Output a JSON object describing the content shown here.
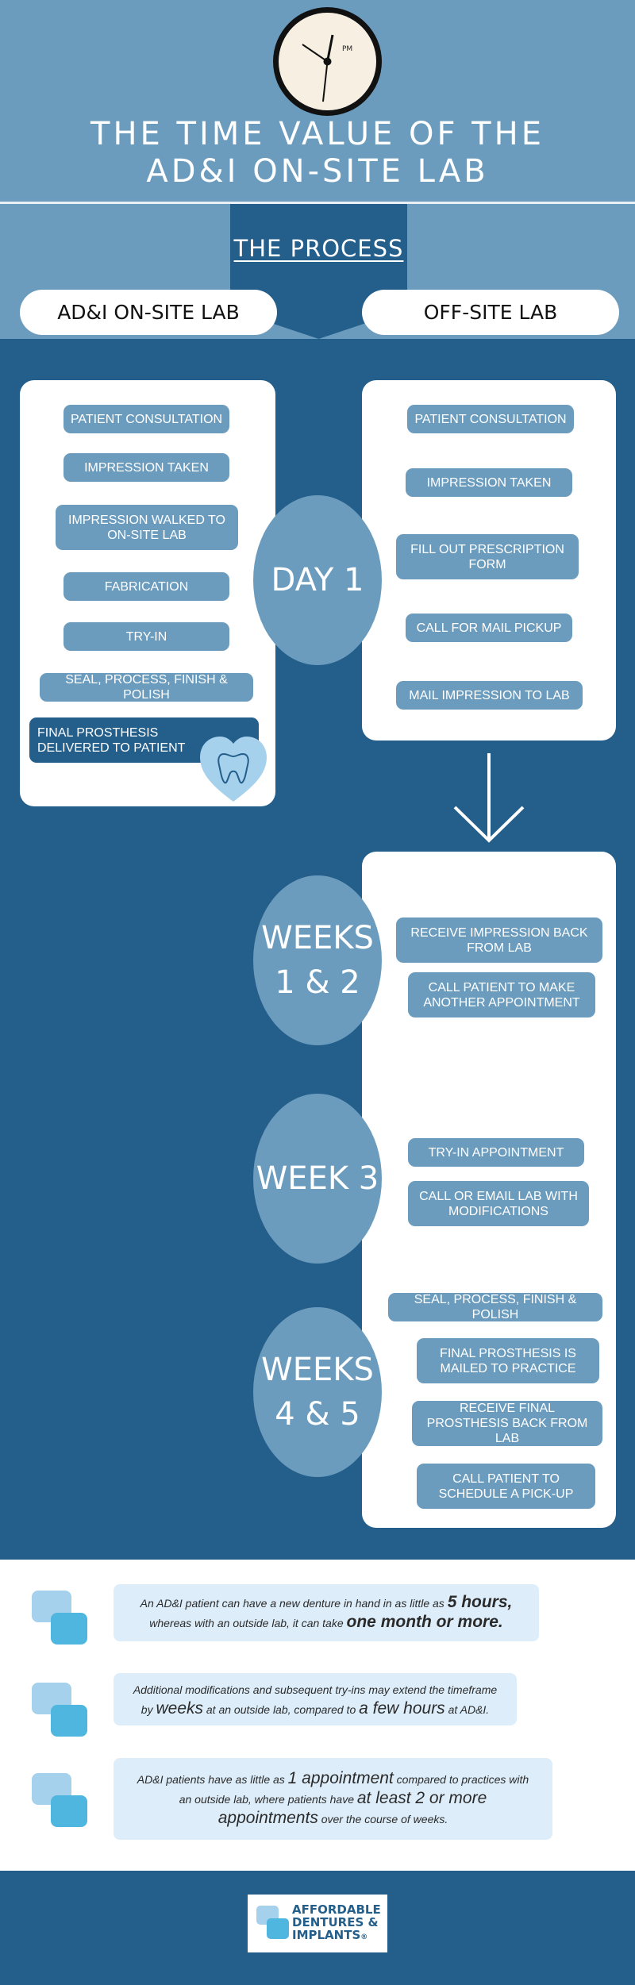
{
  "header": {
    "title_line1": "THE TIME VALUE OF THE",
    "title_line2": "AD&I ON-SITE LAB",
    "clock_label": "PM"
  },
  "process": {
    "label": "THE PROCESS",
    "column_onsite": "AD&I ON-SITE LAB",
    "column_offsite": "OFF-SITE LAB"
  },
  "onsite_steps": [
    "PATIENT CONSULTATION",
    "IMPRESSION TAKEN",
    "IMPRESSION WALKED TO ON-SITE LAB",
    "FABRICATION",
    "TRY-IN",
    "SEAL, PROCESS, FINISH & POLISH",
    "FINAL PROSTHESIS DELIVERED TO PATIENT"
  ],
  "timeline": {
    "day1": "DAY 1",
    "weeks12_line1": "WEEKS",
    "weeks12_line2": "1 & 2",
    "week3": "WEEK 3",
    "weeks45_line1": "WEEKS",
    "weeks45_line2": "4 & 5"
  },
  "offsite_day1_steps": [
    "PATIENT CONSULTATION",
    "IMPRESSION TAKEN",
    "FILL OUT PRESCRIPTION FORM",
    "CALL FOR MAIL PICKUP",
    "MAIL IMPRESSION TO LAB"
  ],
  "offsite_weeks12_steps": [
    "RECEIVE IMPRESSION BACK FROM LAB",
    "CALL PATIENT TO MAKE ANOTHER APPOINTMENT"
  ],
  "offsite_week3_steps": [
    "TRY-IN APPOINTMENT",
    "CALL OR EMAIL LAB WITH MODIFICATIONS"
  ],
  "offsite_weeks45_steps": [
    "SEAL, PROCESS, FINISH & POLISH",
    "FINAL PROSTHESIS IS MAILED TO PRACTICE",
    "RECEIVE FINAL PROSTHESIS BACK FROM LAB",
    "CALL PATIENT TO SCHEDULE A PICK-UP"
  ],
  "facts": {
    "f1_a": "An AD&I patient can have a new denture in hand in as little as ",
    "f1_b": "5 hours,",
    "f1_c": "whereas with an outside lab, it can take ",
    "f1_d": "one month or more.",
    "f2_a": "Additional modifications and subsequent try-ins  may extend the timeframe",
    "f2_b": "by ",
    "f2_c": "weeks",
    "f2_d": " at an outside lab, compared to ",
    "f2_e": "a few hours",
    "f2_f": " at AD&I.",
    "f3_a": "AD&I patients have as little as ",
    "f3_b": "1 appointment",
    "f3_c": " compared to practices with",
    "f3_d": "an outside lab, where patients have ",
    "f3_e": "at least 2 or more",
    "f3_f": "appointments",
    "f3_g": " over the course of weeks."
  },
  "logo": {
    "line1": "AFFORDABLE",
    "line2": "DENTURES &",
    "line3": "IMPLANTS",
    "mark": "®"
  },
  "colors": {
    "dark_blue": "#245e8a",
    "mid_blue": "#6b9cbe",
    "light_blue": "#ddeefa",
    "bubble_blue": "#4fb6e0"
  }
}
